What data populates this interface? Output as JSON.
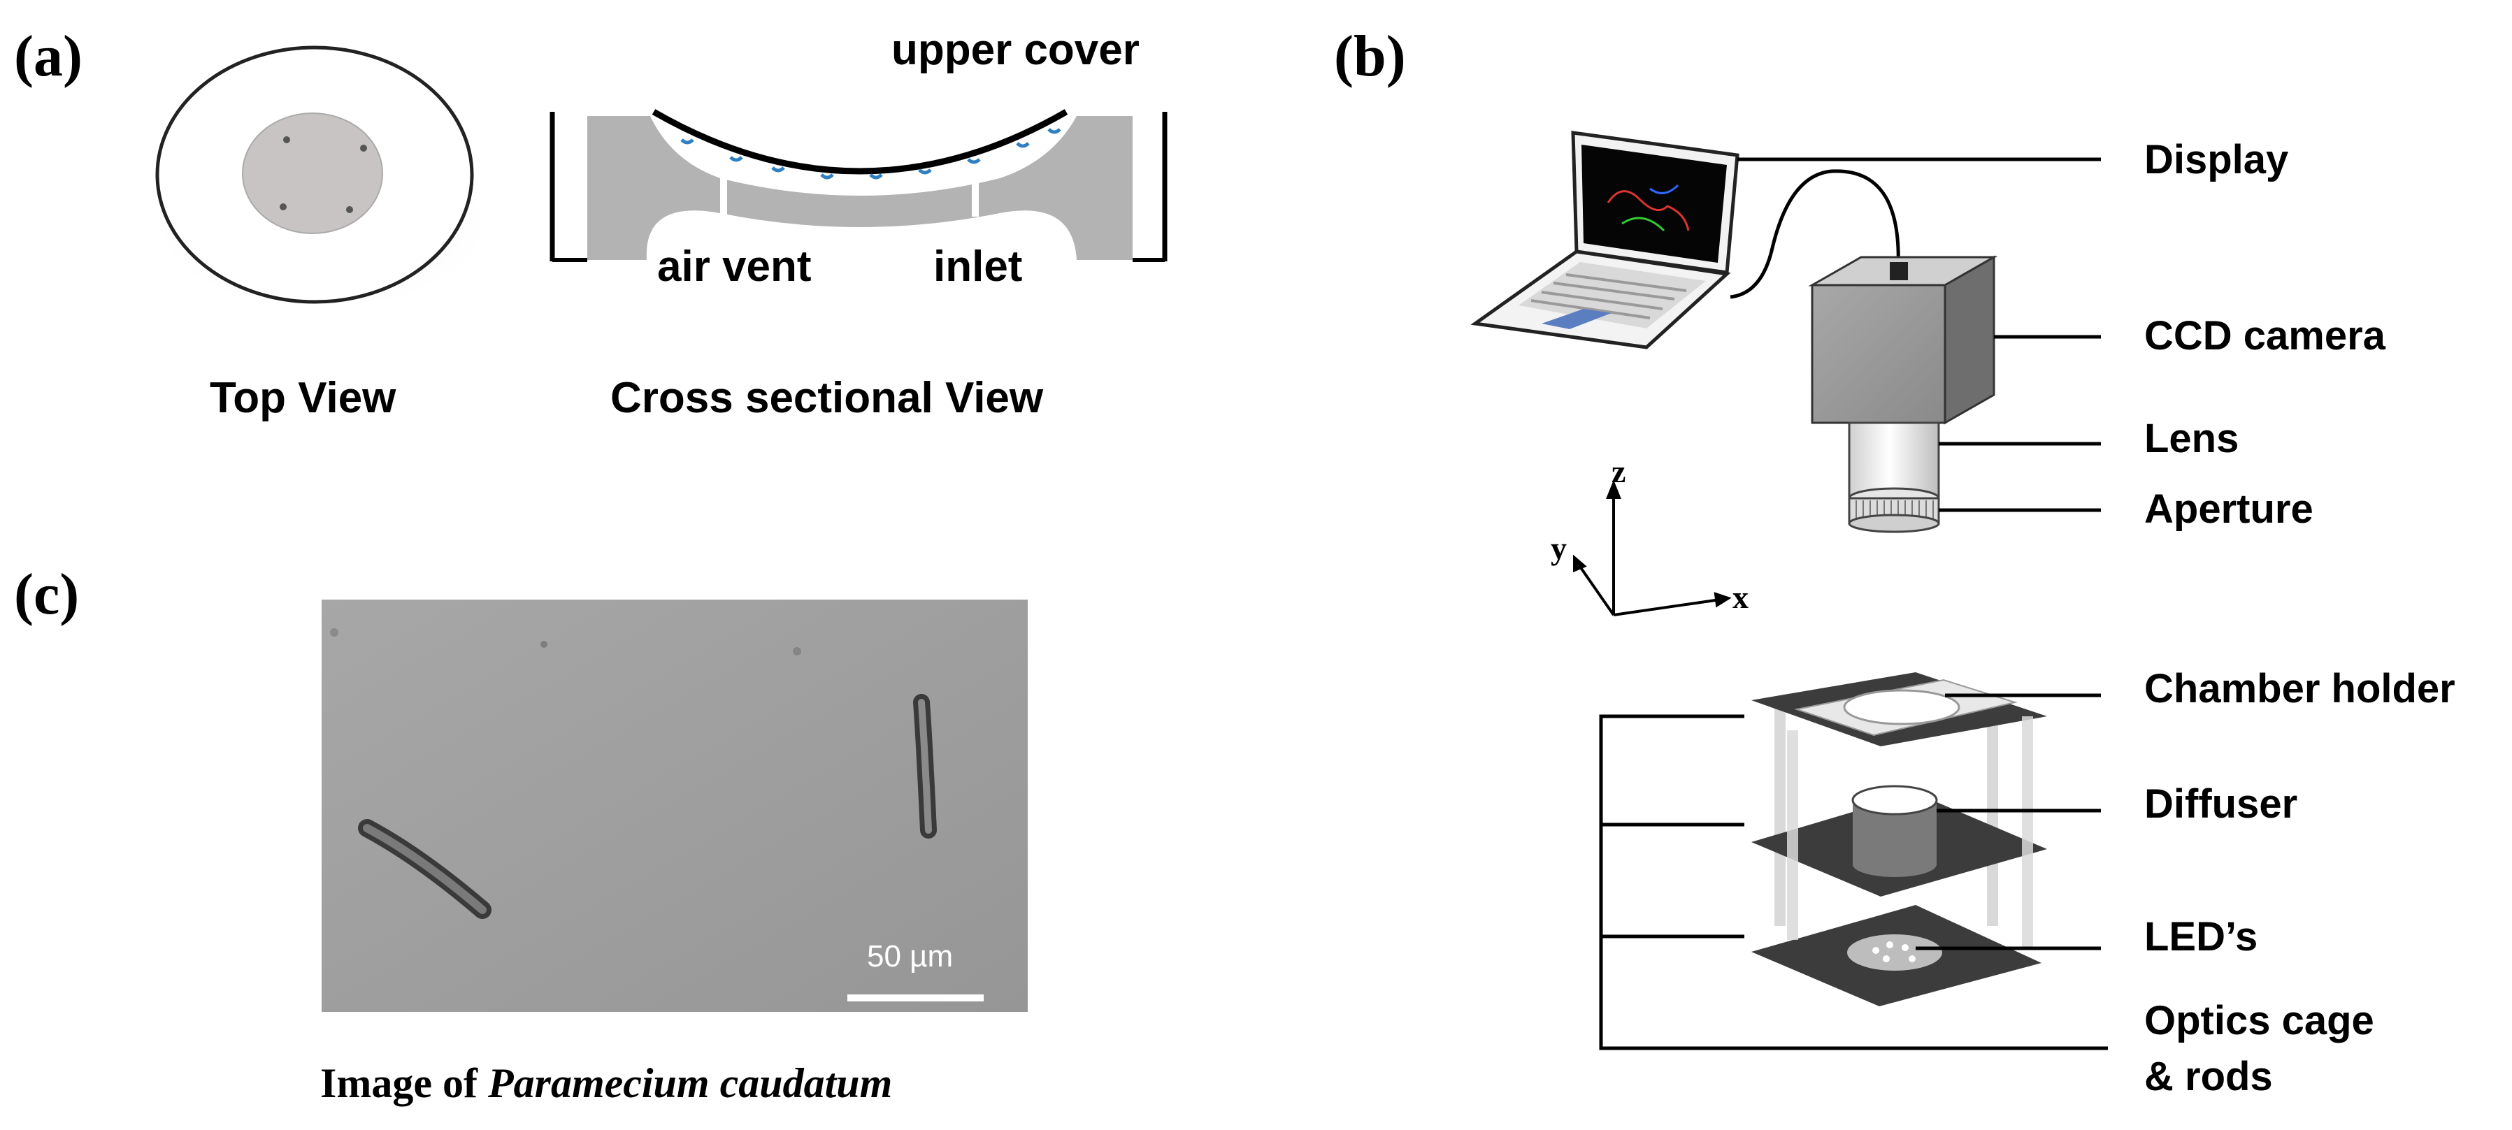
{
  "panel_labels": {
    "a": "(a)",
    "b": "(b)",
    "c": "(c)"
  },
  "panel_a": {
    "upper_cover": "upper cover",
    "air_vent": "air vent",
    "inlet": "inlet",
    "top_view": "Top View",
    "cross_view": "Cross sectional View"
  },
  "panel_b": {
    "display": "Display",
    "ccd": "CCD camera",
    "lens": "Lens",
    "aperture": "Aperture",
    "chamber": "Chamber holder",
    "diffuser": "Diffuser",
    "leds": "LED’s",
    "optics_1": "Optics cage",
    "optics_2": "& rods",
    "axis_x": "x",
    "axis_y": "y",
    "axis_z": "z"
  },
  "panel_c": {
    "scale_bar": "50 µm",
    "caption_prefix": "Image of ",
    "caption_species": "Paramecium caudatum"
  },
  "colors": {
    "wall_gray": "#b3b3b3",
    "dark_plate": "#3c3c3c",
    "camera_gray": "#8f8f8f",
    "micrograph": "#9e9e9e",
    "droplet_blue": "#2f7fc1"
  }
}
